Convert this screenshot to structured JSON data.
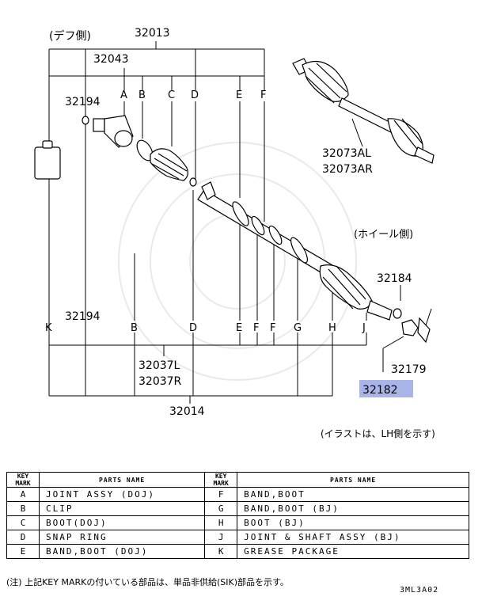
{
  "diagram": {
    "diff_side": "(デフ側)",
    "wheel_side": "(ホイール側)",
    "illustration_note": "(イラストは、LH側を示す)",
    "part_32013": "32013",
    "part_32043": "32043",
    "part_32194_top": "32194",
    "part_32194_bottom": "32194",
    "part_32073al": "32073AL",
    "part_32073ar": "32073AR",
    "part_32184": "32184",
    "part_32179": "32179",
    "part_32182": "32182",
    "part_32037l": "32037L",
    "part_32037r": "32037R",
    "part_32014": "32014",
    "top_keys": [
      "A",
      "B",
      "C",
      "D",
      "E",
      "F"
    ],
    "bottom_keys": [
      "K",
      "B",
      "D",
      "E",
      "F",
      "F",
      "G",
      "H",
      "J"
    ],
    "highlight_color": "#a9b4e8"
  },
  "table": {
    "head_key_mark": "KEY MARK",
    "head_parts_name": "PARTS NAME",
    "rows": [
      {
        "k1": "A",
        "n1": "JOINT ASSY (DOJ)",
        "k2": "F",
        "n2": "BAND,BOOT"
      },
      {
        "k1": "B",
        "n1": "CLIP",
        "k2": "G",
        "n2": "BAND,BOOT (BJ)"
      },
      {
        "k1": "C",
        "n1": "BOOT(DOJ)",
        "k2": "H",
        "n2": "BOOT (BJ)"
      },
      {
        "k1": "D",
        "n1": "SNAP RING",
        "k2": "J",
        "n2": "JOINT & SHAFT ASSY (BJ)"
      },
      {
        "k1": "E",
        "n1": "BAND,BOOT (DOJ)",
        "k2": "K",
        "n2": "GREASE PACKAGE"
      }
    ]
  },
  "footnote": "(注) 上記KEY MARKの付いている部品は、単品非供給(SIK)部品を示す。",
  "code": "3ML3A02"
}
